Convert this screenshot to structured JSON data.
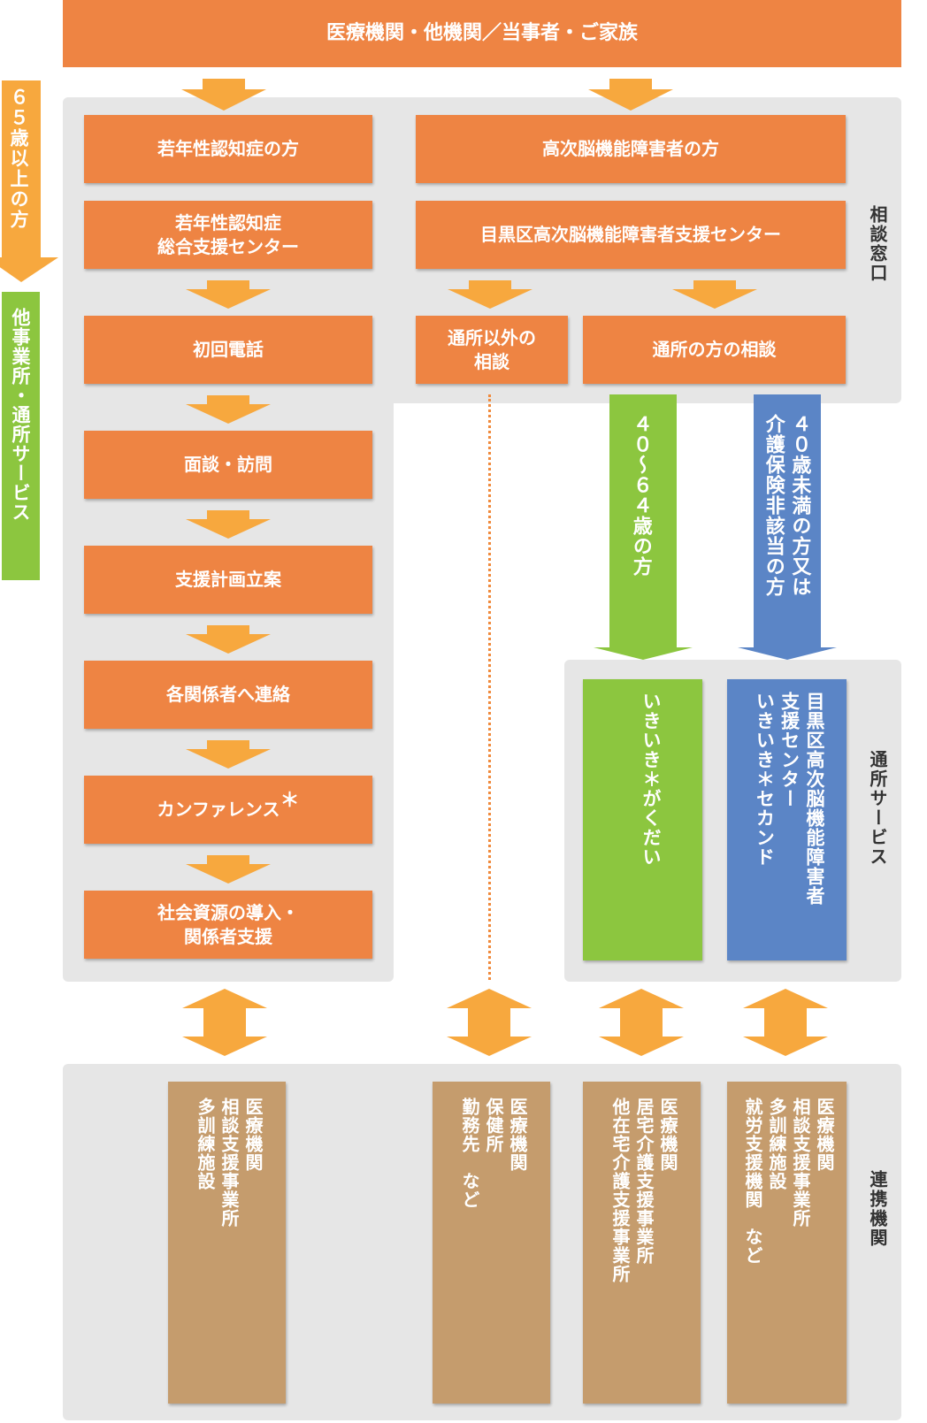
{
  "colors": {
    "orange": "#ee8443",
    "arrow": "#f7a83e",
    "green": "#8cc63f",
    "blue": "#5b85c6",
    "tan": "#c59c6d",
    "panel": "#e6e6e6"
  },
  "header": "医療機関・他機関／当事者・ご家族",
  "side": {
    "over65": "６５歳以上の方",
    "other_service": "他事業所・通所サービス"
  },
  "left_flow": [
    "若年性認知症の方",
    "若年性認知症\n総合支援センター",
    "初回電話",
    "面談・訪問",
    "支援計画立案",
    "各関係者へ連絡",
    "カンファレンス",
    "社会資源の導入・\n関係者支援"
  ],
  "asterisk": "＊",
  "right_flow": {
    "title": "高次脳機能障害者の方",
    "center": "目黒区高次脳機能障害者支援センター",
    "non_daycare": "通所以外の\n相談",
    "daycare": "通所の方の相談"
  },
  "age_arrows": {
    "green": "４０～６４歳の方",
    "blue": "４０歳未満の方又は\n介護保険非該当の方"
  },
  "services": {
    "ikiiki_gakudai": "いきいき＊がくだい",
    "ikiiki_second": "目黒区高次脳機能障害者\n支援センター\nいきいき＊セカンド"
  },
  "section_labels": {
    "consultation": "相談窓口",
    "daycare": "通所サービス",
    "partners": "連携機関"
  },
  "partners": [
    "医療機関\n相談支援事業所\n多訓練施設",
    "医療機関\n保健所\n勤務先　など",
    "医療機関\n居宅介護支援事業所\n他在宅介護支援事業所",
    "医療機関\n相談支援事業所\n多訓練施設\n就労支援機関　など"
  ]
}
